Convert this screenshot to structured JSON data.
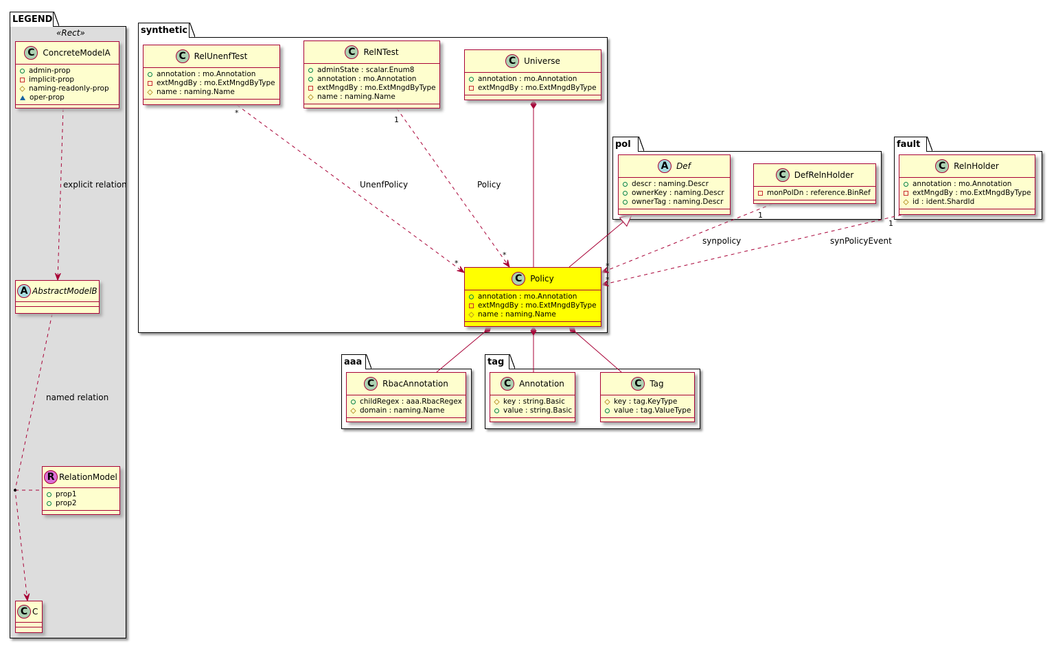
{
  "packages": [
    {
      "id": "legend",
      "name": "LEGEND",
      "stereotype": "«Rect»"
    },
    {
      "id": "synthetic",
      "name": "synthetic"
    },
    {
      "id": "pol",
      "name": "pol"
    },
    {
      "id": "fault",
      "name": "fault"
    },
    {
      "id": "aaa",
      "name": "aaa"
    },
    {
      "id": "tag",
      "name": "tag"
    }
  ],
  "classes": [
    {
      "id": "ConcreteModelA",
      "kind": "C",
      "name": "ConcreteModelA",
      "attrs": [
        {
          "vis": "public",
          "text": "admin-prop"
        },
        {
          "vis": "private",
          "text": "implicit-prop"
        },
        {
          "vis": "protected",
          "text": "naming-readonly-prop"
        },
        {
          "vis": "package",
          "text": "oper-prop"
        }
      ]
    },
    {
      "id": "AbstractModelB",
      "kind": "A",
      "name": "AbstractModelB",
      "italic": true,
      "attrs": []
    },
    {
      "id": "RelationModel",
      "kind": "R",
      "name": "RelationModel",
      "attrs": [
        {
          "vis": "public",
          "text": "prop1"
        },
        {
          "vis": "public",
          "text": "prop2"
        }
      ]
    },
    {
      "id": "C",
      "kind": "C",
      "name": "C",
      "attrs": []
    },
    {
      "id": "RelUnenfTest",
      "kind": "C",
      "name": "RelUnenfTest",
      "attrs": [
        {
          "vis": "public",
          "text": "annotation : mo.Annotation"
        },
        {
          "vis": "private",
          "text": "extMngdBy : mo.ExtMngdByType"
        },
        {
          "vis": "protected",
          "text": "name : naming.Name"
        }
      ]
    },
    {
      "id": "RelNTest",
      "kind": "C",
      "name": "RelNTest",
      "attrs": [
        {
          "vis": "public",
          "text": "adminState : scalar.Enum8"
        },
        {
          "vis": "public",
          "text": "annotation : mo.Annotation"
        },
        {
          "vis": "private",
          "text": "extMngdBy : mo.ExtMngdByType"
        },
        {
          "vis": "protected",
          "text": "name : naming.Name"
        }
      ]
    },
    {
      "id": "Universe",
      "kind": "C",
      "name": "Universe",
      "attrs": [
        {
          "vis": "public",
          "text": "annotation : mo.Annotation"
        },
        {
          "vis": "private",
          "text": "extMngdBy : mo.ExtMngdByType"
        }
      ]
    },
    {
      "id": "Policy",
      "kind": "C",
      "name": "Policy",
      "highlight": "#FFFF00",
      "attrs": [
        {
          "vis": "public",
          "text": "annotation : mo.Annotation"
        },
        {
          "vis": "private",
          "text": "extMngdBy : mo.ExtMngdByType"
        },
        {
          "vis": "protected",
          "text": "name : naming.Name"
        }
      ]
    },
    {
      "id": "Def",
      "kind": "A",
      "name": "Def",
      "italic": true,
      "attrs": [
        {
          "vis": "public",
          "text": "descr : naming.Descr"
        },
        {
          "vis": "public",
          "text": "ownerKey : naming.Descr"
        },
        {
          "vis": "public",
          "text": "ownerTag : naming.Descr"
        }
      ]
    },
    {
      "id": "DefRelnHolder",
      "kind": "C",
      "name": "DefRelnHolder",
      "attrs": [
        {
          "vis": "private",
          "text": "monPolDn : reference.BinRef"
        }
      ]
    },
    {
      "id": "RelnHolder",
      "kind": "C",
      "name": "RelnHolder",
      "attrs": [
        {
          "vis": "public",
          "text": "annotation : mo.Annotation"
        },
        {
          "vis": "private",
          "text": "extMngdBy : mo.ExtMngdByType"
        },
        {
          "vis": "protected",
          "text": "id : ident.ShardId"
        }
      ]
    },
    {
      "id": "RbacAnnotation",
      "kind": "C",
      "name": "RbacAnnotation",
      "attrs": [
        {
          "vis": "public",
          "text": "childRegex : aaa.RbacRegex"
        },
        {
          "vis": "protected",
          "text": "domain : naming.Name"
        }
      ]
    },
    {
      "id": "Annotation",
      "kind": "C",
      "name": "Annotation",
      "attrs": [
        {
          "vis": "protected",
          "text": "key : string.Basic"
        },
        {
          "vis": "public",
          "text": "value : string.Basic"
        }
      ]
    },
    {
      "id": "Tag",
      "kind": "C",
      "name": "Tag",
      "attrs": [
        {
          "vis": "protected",
          "text": "key : tag.KeyType"
        },
        {
          "vis": "public",
          "text": "value : tag.ValueType"
        }
      ]
    }
  ],
  "relations": [
    {
      "id": "explicit",
      "from": "ConcreteModelA",
      "to": "AbstractModelB",
      "type": "dependency",
      "label": "explicit relation"
    },
    {
      "id": "named",
      "from": "AbstractModelB",
      "to": "C",
      "type": "dependency",
      "label": "named relation",
      "association_class": "RelationModel"
    },
    {
      "id": "unenf",
      "from": "RelUnenfTest",
      "to": "Policy",
      "type": "dependency",
      "label": "UnenfPolicy",
      "from_mult": "*",
      "to_mult": "*"
    },
    {
      "id": "policy",
      "from": "RelNTest",
      "to": "Policy",
      "type": "dependency",
      "label": "Policy",
      "from_mult": "1",
      "to_mult": "*"
    },
    {
      "id": "universe",
      "from": "Universe",
      "to": "Policy",
      "type": "composition"
    },
    {
      "id": "def",
      "from": "Policy",
      "to": "Def",
      "type": "inheritance"
    },
    {
      "id": "synpolicy",
      "from": "DefRelnHolder",
      "to": "Policy",
      "type": "dependency",
      "label": "synpolicy",
      "from_mult": "1",
      "to_mult": "*"
    },
    {
      "id": "synpolicyevent",
      "from": "RelnHolder",
      "to": "Policy",
      "type": "dependency",
      "label": "synPolicyEvent",
      "from_mult": "1",
      "to_mult": "*"
    },
    {
      "id": "rbac",
      "from": "Policy",
      "to": "RbacAnnotation",
      "type": "composition"
    },
    {
      "id": "annot",
      "from": "Policy",
      "to": "Annotation",
      "type": "composition"
    },
    {
      "id": "tagrel",
      "from": "Policy",
      "to": "Tag",
      "type": "composition"
    }
  ],
  "colors": {
    "class_fill": "#FEFECE",
    "class_border": "#A80036",
    "highlight": "#FFFF00",
    "legend_fill": "#DDDDDD",
    "edge": "#A80036"
  }
}
